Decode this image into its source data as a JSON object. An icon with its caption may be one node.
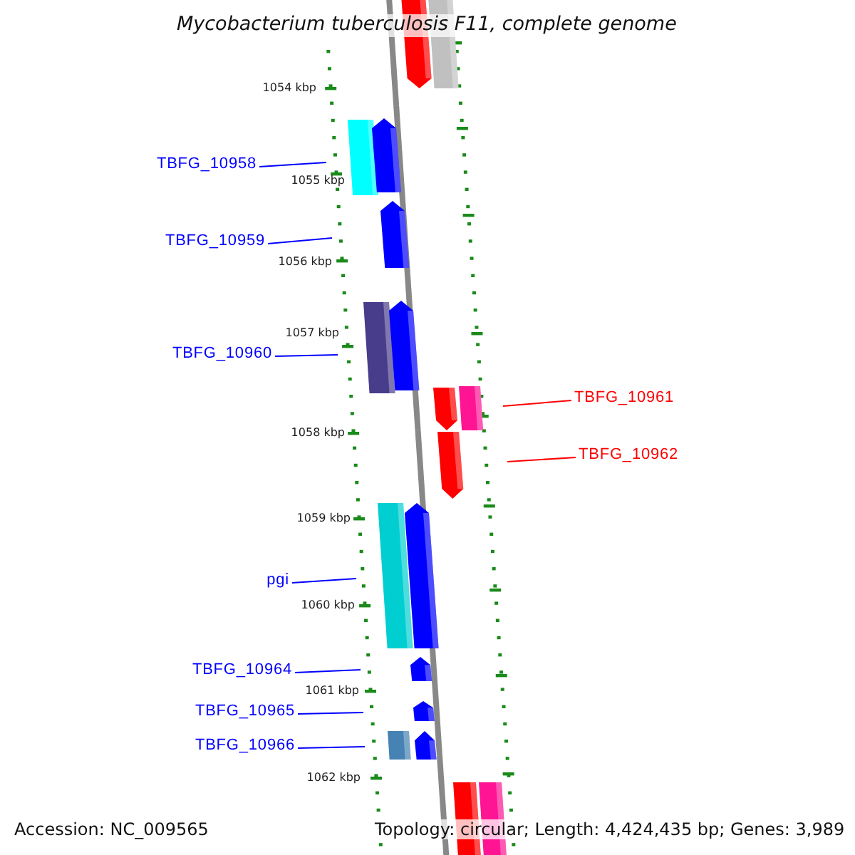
{
  "diagram": {
    "title": "Mycobacterium tuberculosis F11, complete genome",
    "nodes": [
      {
        "text": [
          "TBFG_10958"
        ]
      },
      {
        "text": [
          "TBFG_10959"
        ]
      },
      {
        "text": [
          "TBFG_10960"
        ]
      },
      {
        "text": [
          "TBFG_10961"
        ]
      },
      {
        "text": [
          "TBFG_10962"
        ]
      },
      {
        "text": [
          "pgi"
        ]
      },
      {
        "text": [
          "TBFG_10964"
        ]
      },
      {
        "text": [
          "TBFG_10965"
        ]
      },
      {
        "text": [
          "TBFG_10966"
        ]
      }
    ],
    "edges": [
      {
        "from": 0,
        "to": null,
        "arrow": "none"
      },
      {
        "from": 1,
        "to": null,
        "arrow": "none"
      },
      {
        "from": 2,
        "to": null,
        "arrow": "none"
      },
      {
        "from": 3,
        "to": null,
        "arrow": "none",
        "color": "#ff0000"
      },
      {
        "from": 4,
        "to": null,
        "arrow": "none",
        "color": "#ff0000"
      },
      {
        "from": 5,
        "to": null,
        "arrow": "none"
      },
      {
        "from": 6,
        "to": null,
        "arrow": "none"
      },
      {
        "from": 7,
        "to": null,
        "arrow": "none"
      },
      {
        "from": 8,
        "to": null,
        "arrow": "none"
      }
    ],
    "labels": [
      "1054 kbp",
      "1055 kbp",
      "1056 kbp",
      "1057 kbp",
      "1058 kbp",
      "1059 kbp",
      "1060 kbp",
      "1061 kbp",
      "1062 kbp",
      "Accession: NC_009565",
      "Topology: circular; Length: 4,424,435 bp; Genes: 3,989"
    ]
  }
}
